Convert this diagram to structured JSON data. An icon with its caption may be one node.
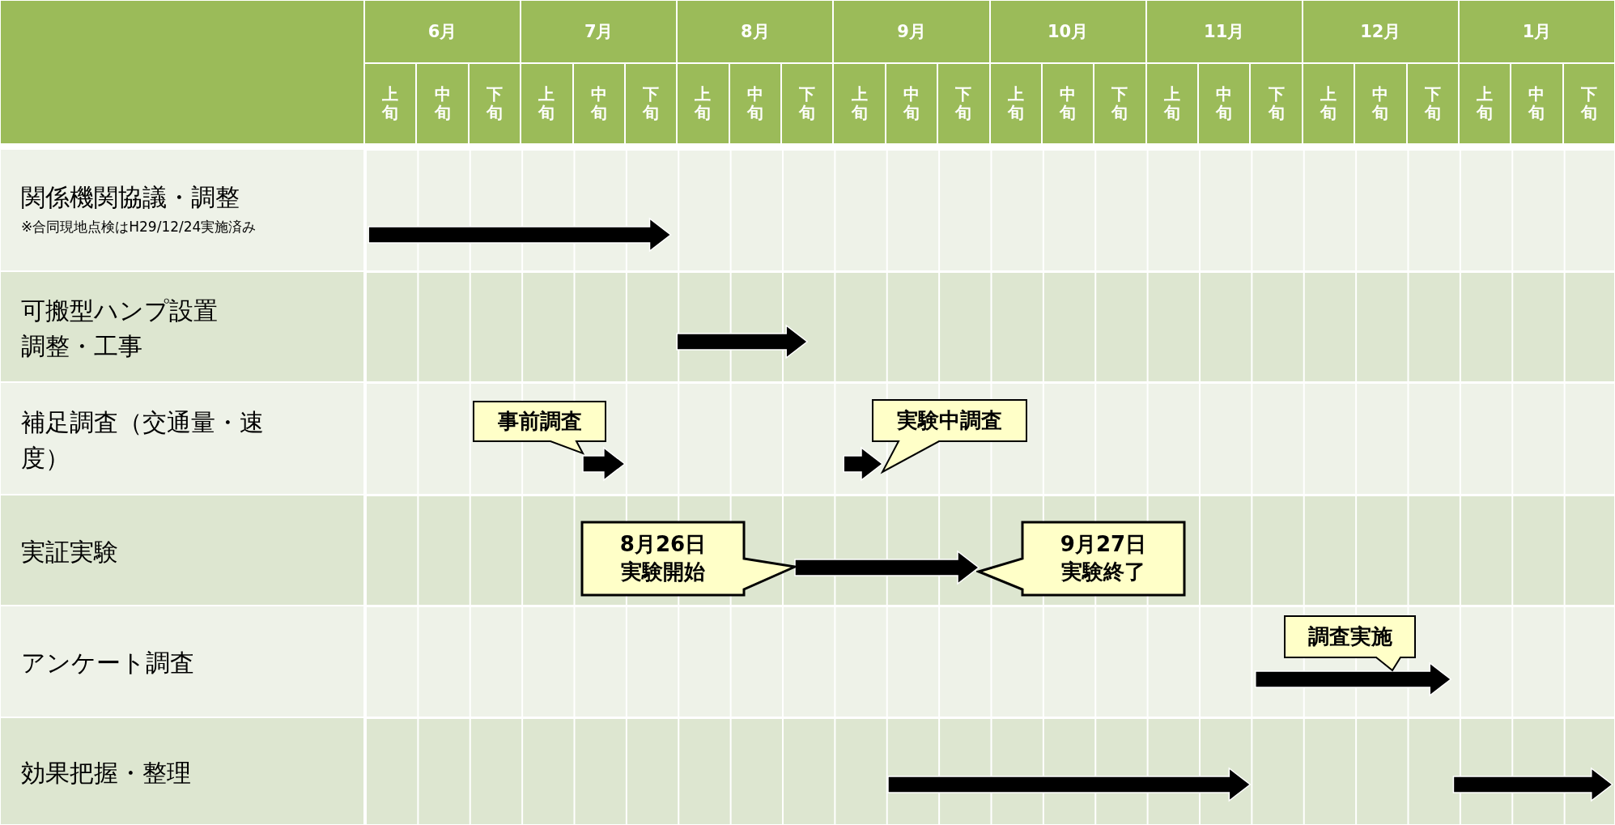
{
  "diagram": {
    "nodes": [
      {
        "text": [
          "事前調査"
        ]
      },
      {
        "text": [
          "実験中調査"
        ]
      },
      {
        "text": [
          "8月26日実験開始"
        ]
      },
      {
        "text": [
          "9月27日実験終了"
        ]
      },
      {
        "text": [
          "調査実施"
        ]
      }
    ],
    "edges": [
      {
        "from": 0,
        "to": null,
        "arrow": "to"
      },
      {
        "from": null,
        "to": 1,
        "arrow": "to"
      },
      {
        "from": 2,
        "to": 3,
        "arrow": "to"
      },
      {
        "from": 4,
        "to": null,
        "arrow": "to"
      }
    ],
    "labels": [
      "6月",
      "7月",
      "8月",
      "9月",
      "10月",
      "11月",
      "12月",
      "1月",
      "上旬",
      "中旬",
      "下旬",
      "上旬",
      "中旬",
      "下旬",
      "上旬",
      "中旬",
      "下旬",
      "上旬",
      "中旬",
      "下旬",
      "上旬",
      "中旬",
      "下旬",
      "上旬",
      "中旬",
      "下旬",
      "上旬",
      "中旬",
      "下旬",
      "上旬",
      "中旬",
      "下旬",
      "関係機関協議・調整",
      "※合同現地点検はH29/12/24実施済み",
      "可搬型ハンプ設置調整・工事",
      "補足調査（交通量・速度）",
      "実証実験",
      "アンケート調査",
      "効果把握・整理"
    ]
  }
}
